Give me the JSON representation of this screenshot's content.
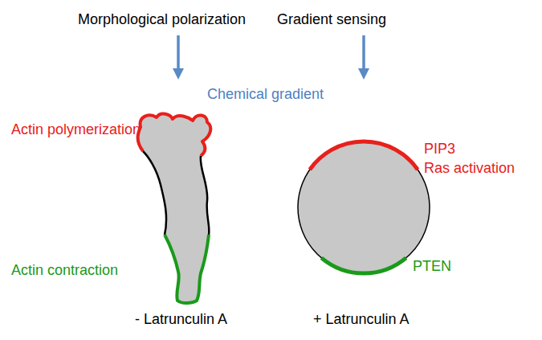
{
  "diagram": {
    "labels": [
      "Morphological polarization",
      "Gradient sensing",
      "Chemical gradient",
      "Actin polymerization",
      "PIP3",
      "Ras activation",
      "Actin contraction",
      "PTEN",
      "- Latrunculin A",
      "+ Latrunculin A"
    ]
  }
}
